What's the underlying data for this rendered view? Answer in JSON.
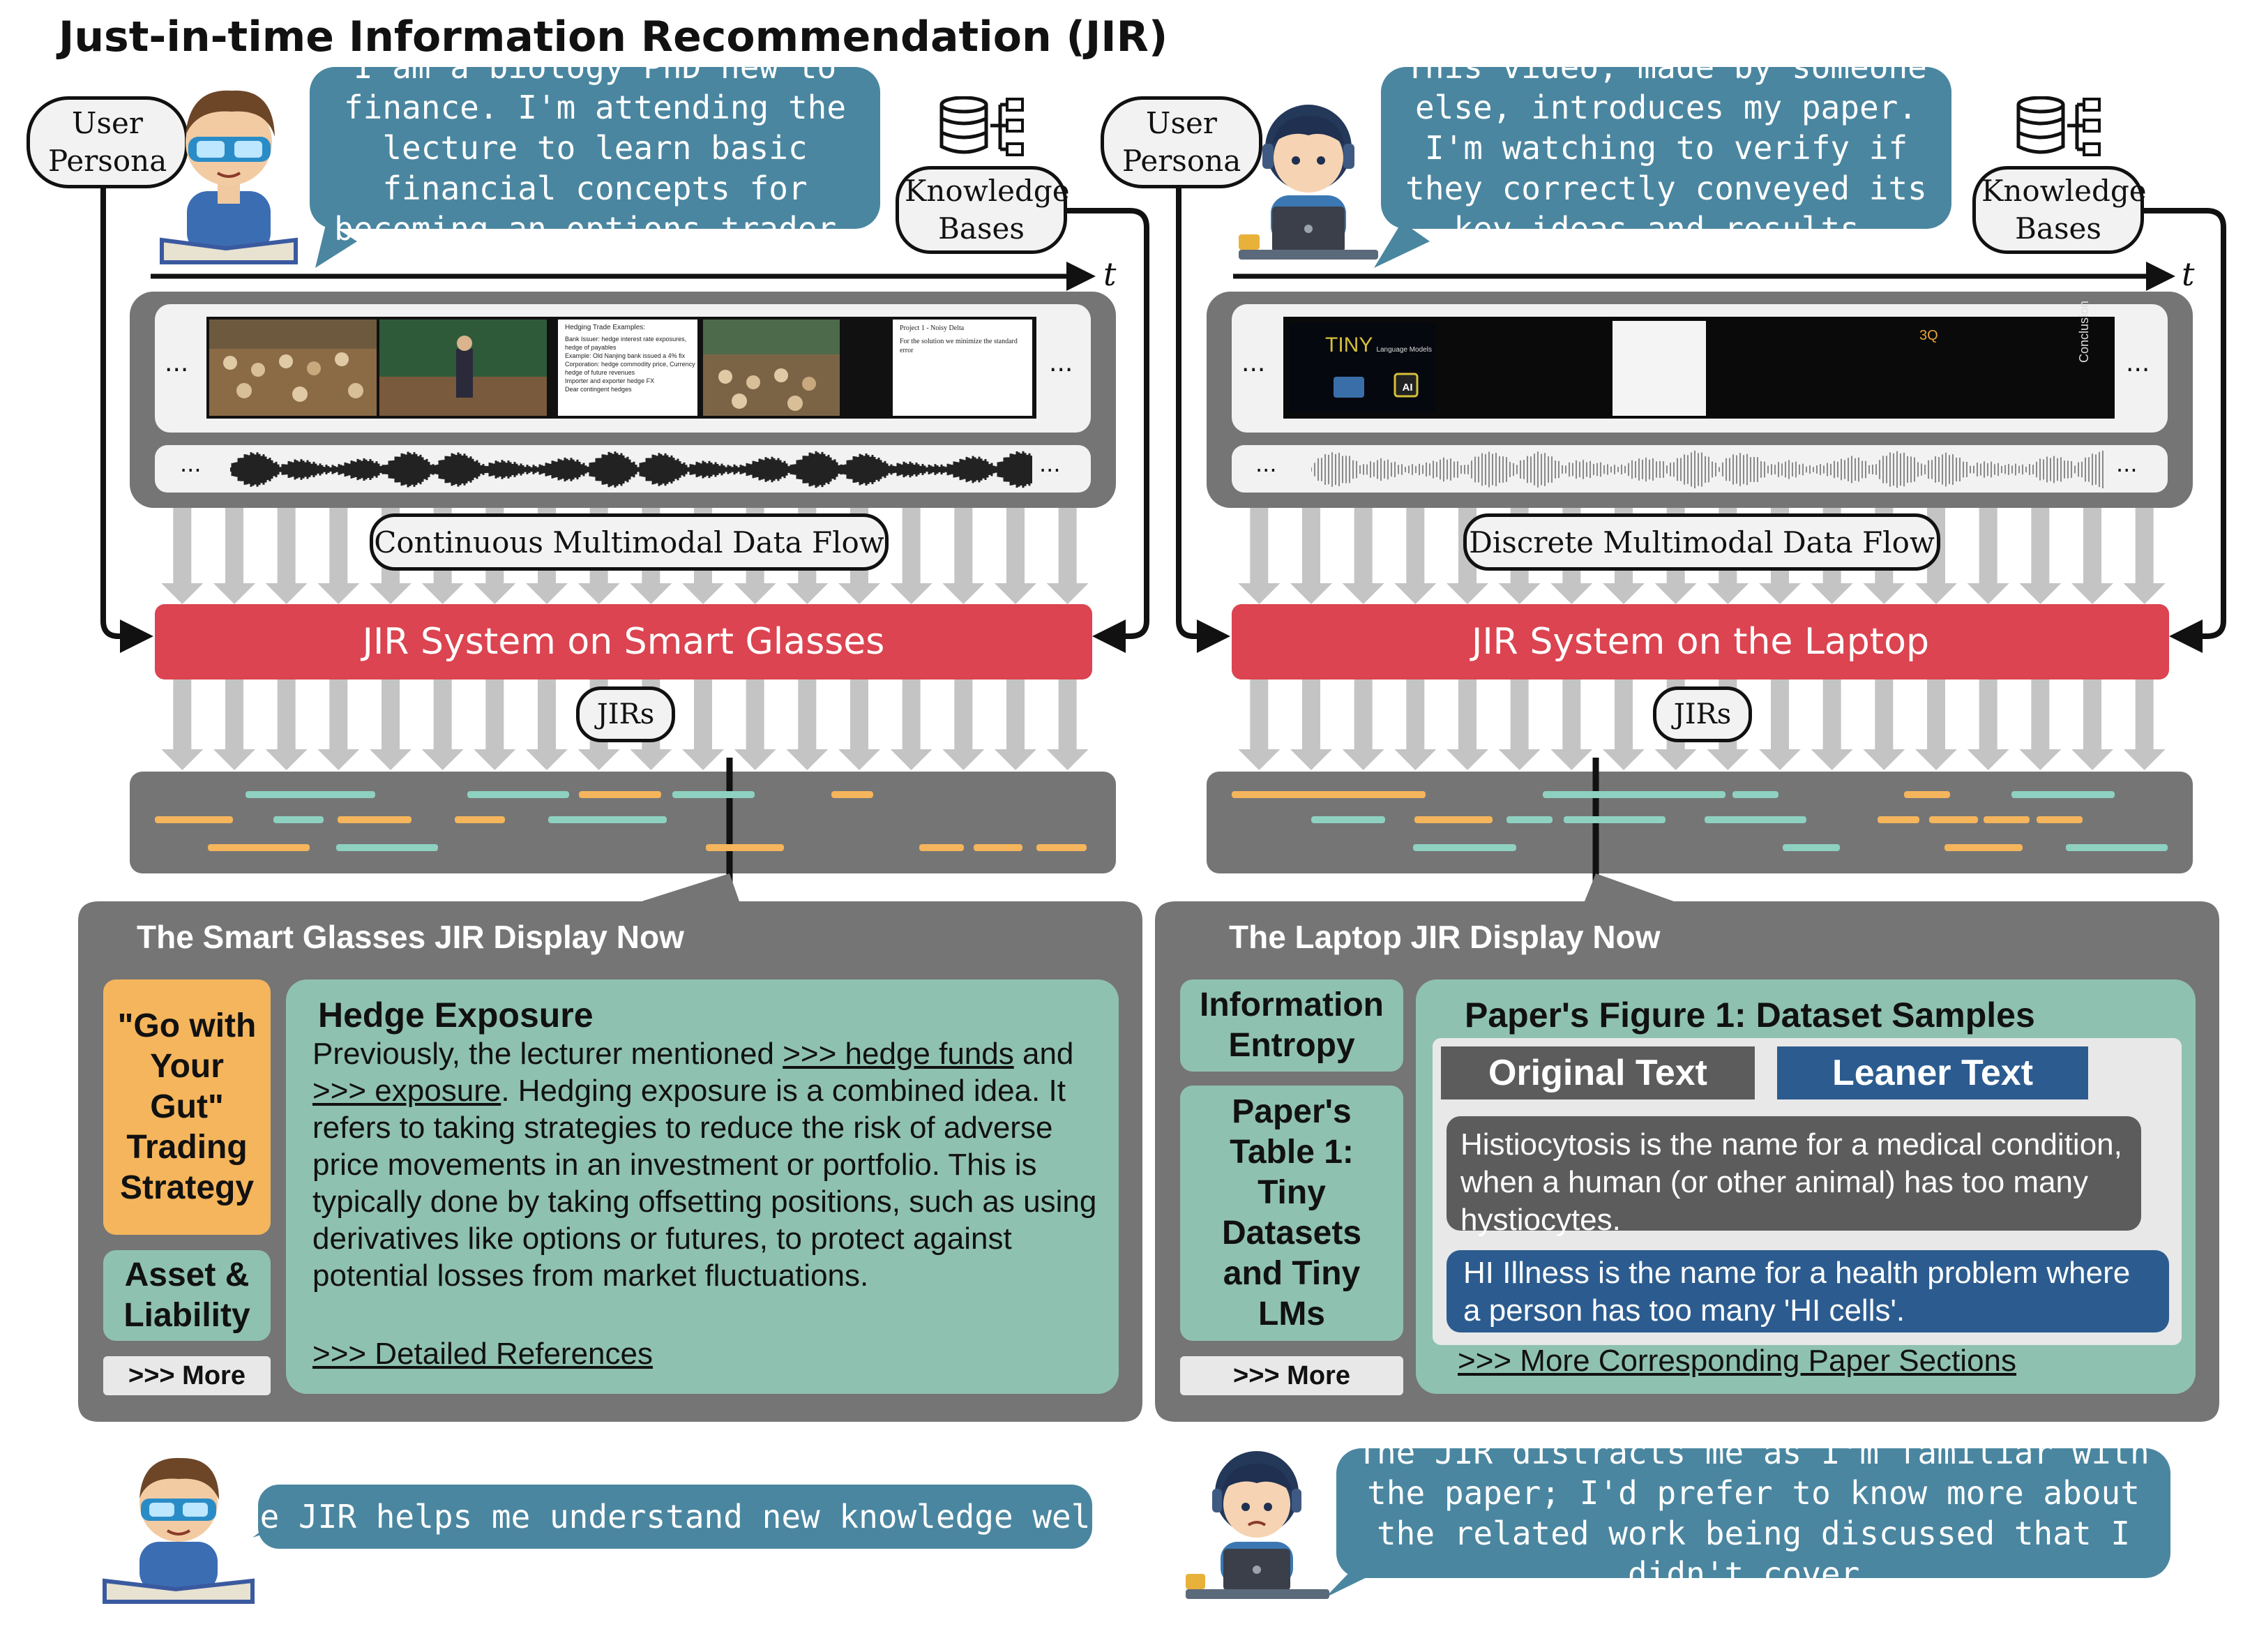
{
  "title": "Just-in-time Information Recommendation (JIR)",
  "colors": {
    "speech_bubble": "#4a86a0",
    "system_bar": "#db4450",
    "panel_gray": "#757575",
    "card_green": "#8fc1b0",
    "tag_orange": "#f5b55c",
    "leaner_blue": "#2c5c8f",
    "original_gray": "#5c5c5c",
    "pill_teal": "#8ed1c1",
    "pill_orange": "#f5b55c"
  },
  "common": {
    "user_persona": "User Persona",
    "knowledge_bases": "Knowledge Bases",
    "time_axis": "t",
    "ellipsis": "...",
    "jirs": "JIRs",
    "more": ">>> More"
  },
  "left": {
    "persona_quote": "I am a biology PhD new to finance. I'm attending the lecture to learn basic financial concepts for becoming an options trader.",
    "flow_label": "Continuous Multimodal Data Flow",
    "system_label": "JIR System on Smart Glasses",
    "display_title": "The Smart Glasses JIR Display Now",
    "tags": [
      "\"Go with Your Gut\" Trading Strategy",
      "Asset & Liability"
    ],
    "card": {
      "title": "Hedge Exposure",
      "intro": "Previously, the lecturer mentioned",
      "link1": ">>> hedge funds",
      "and": "and",
      "link2": ">>> exposure",
      "body": ". Hedging exposure is a combined idea. It refers to taking strategies to reduce the risk of adverse price movements in an investment or portfolio. This is typically done by taking offsetting positions, such as using derivatives like options or futures, to protect against potential losses from market fluctuations.",
      "refs": ">>> Detailed References"
    },
    "slides": [
      {
        "title": "Hedging Trade Examples:",
        "lines": [
          "Bank Issuer: hedge interest rate exposures, hedge of payables",
          "Example: Old Nanjing bank issued a 4% fix",
          "Corporation: hedge commodity price, Currency hedge of future revenues",
          "Importer and exporter hedge FX",
          "Dear contingent hedges"
        ]
      },
      {
        "title": "Project 1 - Noisy Delta",
        "lines": [
          "For the solution we minimize the standard error"
        ]
      }
    ],
    "feedback": "The JIR helps me understand new knowledge well."
  },
  "right": {
    "persona_quote": "This video, made by someone else, introduces my paper. I'm watching to verify if they correctly conveyed its key ideas and results.",
    "flow_label": "Discrete Multimodal Data Flow",
    "system_label": "JIR System on the Laptop",
    "display_title": "The Laptop JIR Display Now",
    "tags": [
      "Information Entropy",
      "Paper's Table 1: Tiny Datasets and Tiny LMs"
    ],
    "card": {
      "title": "Paper's Figure 1: Dataset Samples",
      "tab_original": "Original Text",
      "tab_leaner": "Leaner Text",
      "original_sample": "Histiocytosis is the name for a medical condition, when a human (or other animal) has too many hystiocytes.",
      "leaner_sample": "HI Illness is the name for a health problem where a person has too many 'HI cells'.",
      "more_link": ">>> More Corresponding Paper Sections"
    },
    "slides": [
      {
        "title": "TINY",
        "subtitle": "Language Models",
        "chip": "AI"
      },
      {
        "title": "3Q",
        "side": "Conclusion"
      }
    ],
    "feedback": "The JIR distracts me as I'm familiar with the paper; I'd prefer to know more about the related work being discussed that I didn't cover."
  }
}
